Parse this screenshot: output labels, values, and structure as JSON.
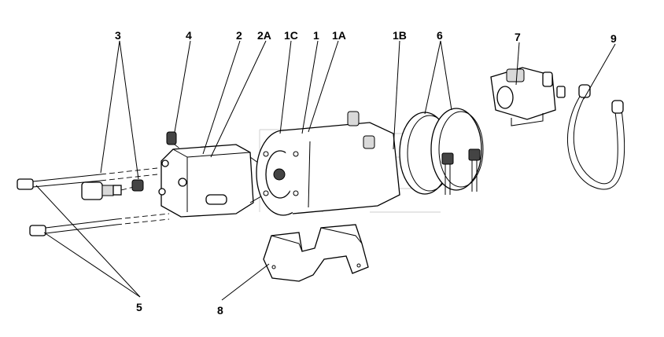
{
  "callouts": {
    "c3": "3",
    "c4": "4",
    "c2": "2",
    "c2a": "2A",
    "c1c": "1C",
    "c1": "1",
    "c1a": "1A",
    "c1b": "1B",
    "c6": "6",
    "c7": "7",
    "c9": "9",
    "c5": "5",
    "c8": "8"
  }
}
